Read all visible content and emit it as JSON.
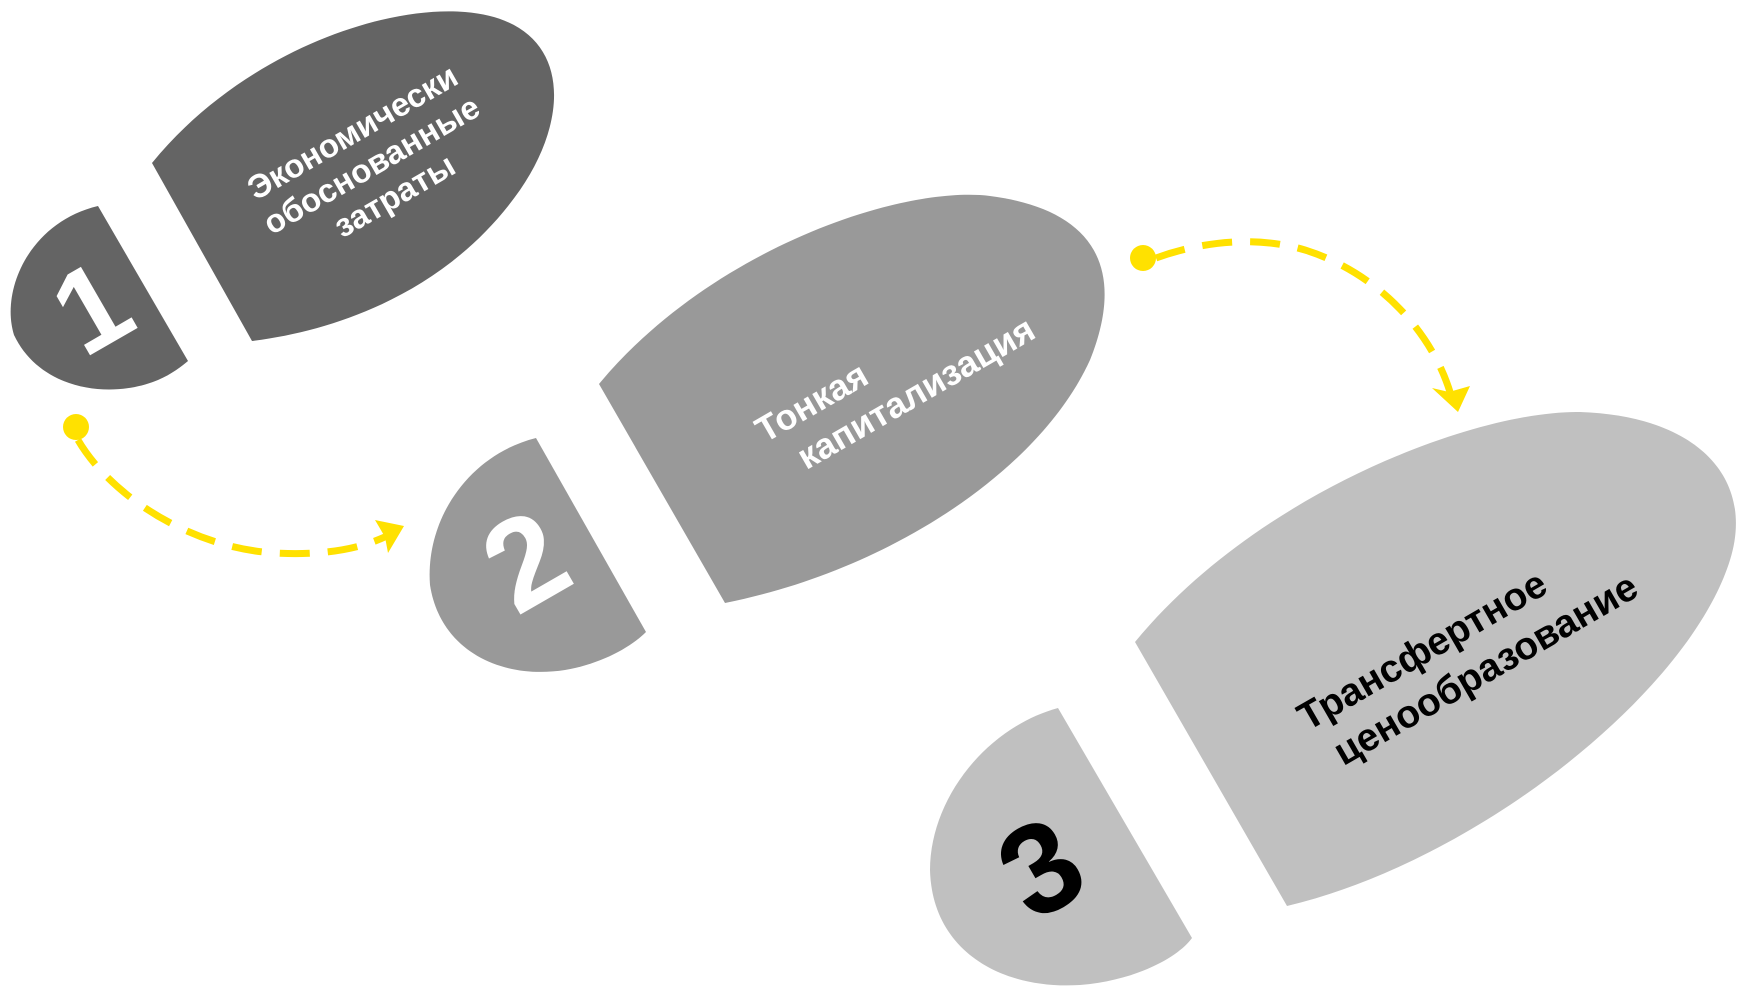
{
  "steps": [
    {
      "number": "1",
      "lines": [
        "Экономически",
        "обоснованные",
        "затраты"
      ],
      "fill": "#646464",
      "text_color": "#ffffff"
    },
    {
      "number": "2",
      "lines": [
        "Тонкая",
        "капитализация"
      ],
      "fill": "#999999",
      "text_color": "#ffffff"
    },
    {
      "number": "3",
      "lines": [
        "Трансфертное",
        "ценообразование"
      ],
      "fill": "#c0c0c0",
      "text_color": "#000000"
    }
  ],
  "arrow_color": "#ffe100"
}
